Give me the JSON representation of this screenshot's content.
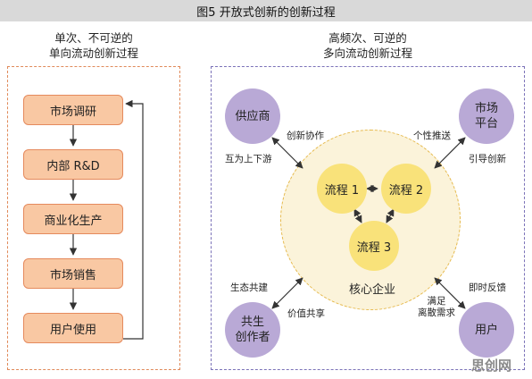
{
  "title": "图5 开放式创新的创新过程",
  "left": {
    "heading_line1": "单次、不可逆的",
    "heading_line2": "单向流动创新过程",
    "steps": [
      "市场调研",
      "内部 R&D",
      "商业化生产",
      "市场销售",
      "用户使用"
    ]
  },
  "right": {
    "heading_line1": "高频次、可逆的",
    "heading_line2": "多向流动创新过程",
    "core_label": "核心企业",
    "flows": [
      "流程 1",
      "流程 2",
      "流程 3"
    ],
    "partners": {
      "supplier": "供应商",
      "platform_line1": "市场",
      "platform_line2": "平台",
      "cocreator_line1": "共生",
      "cocreator_line2": "创作者",
      "user": "用户"
    },
    "edge_labels": {
      "collab": "创新协作",
      "updown": "互为上下游",
      "push": "个性推送",
      "guide": "引导创新",
      "ecobuild": "生态共建",
      "valueshare": "价值共享",
      "feedback": "即时反馈",
      "meet_line1": "满足",
      "meet_line2": "离散需求"
    }
  },
  "watermark": "思创网",
  "colors": {
    "step_fill": "#f9c8a3",
    "step_border": "#e58a5d",
    "partner_fill": "#b9a9d6",
    "flow_fill": "#f9e27a",
    "core_fill": "#fbf3da"
  }
}
